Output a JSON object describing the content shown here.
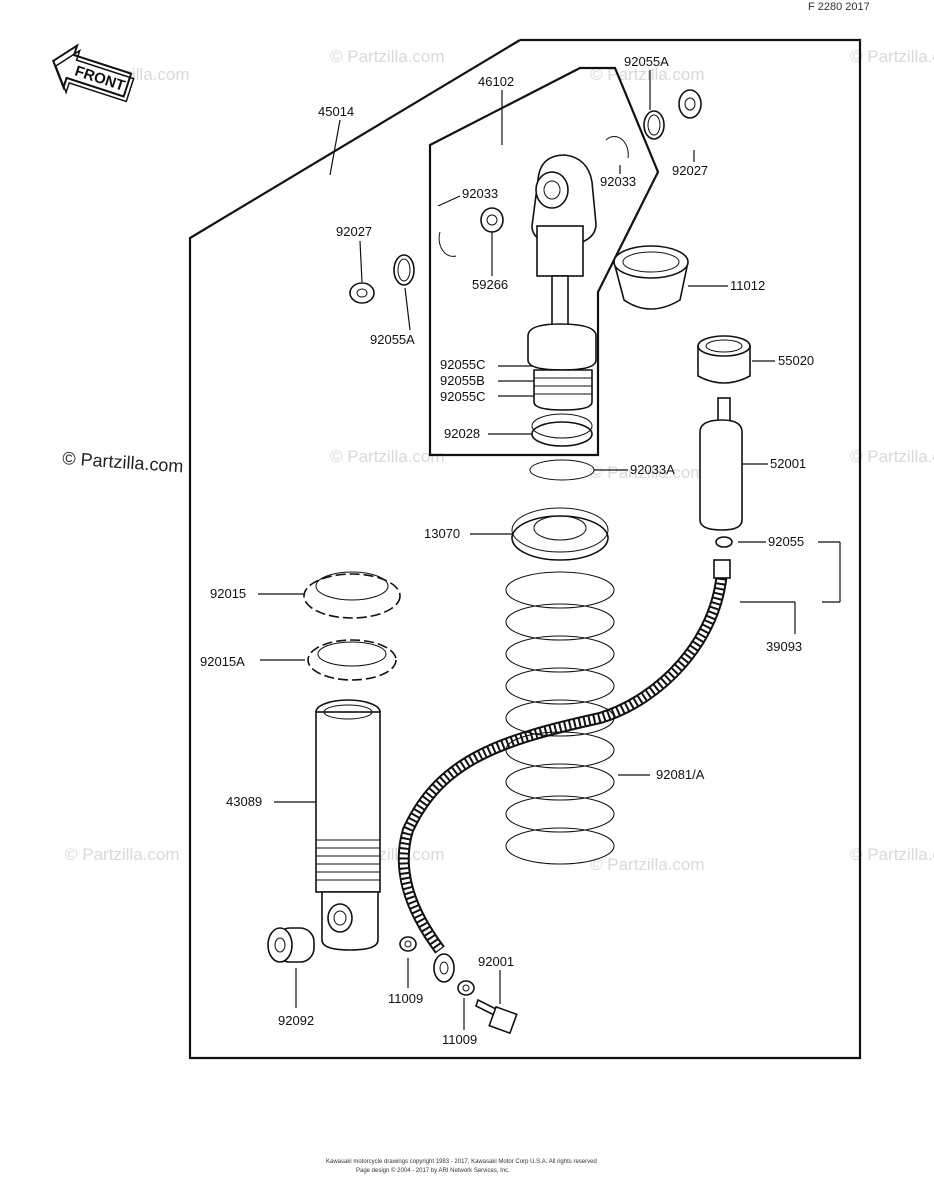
{
  "page_code": "F 2280 2017",
  "front_label": "FRONT",
  "watermarks": {
    "main": "© Partzilla.com",
    "faint": "© Partzilla.com"
  },
  "callouts": {
    "p45014": "45014",
    "p46102": "46102",
    "p92055A_top": "92055A",
    "p92027_right": "92027",
    "p92033_right": "92033",
    "p92033_left": "92033",
    "p92027_left": "92027",
    "p92055A_left": "92055A",
    "p59266": "59266",
    "p11012": "11012",
    "p92055C_1": "92055C",
    "p92055B": "92055B",
    "p92055C_2": "92055C",
    "p55020": "55020",
    "p92028": "92028",
    "p52001": "52001",
    "p92033A": "92033A",
    "p13070": "13070",
    "p92055": "92055",
    "p92015": "92015",
    "p39093": "39093",
    "p92015A": "92015A",
    "p92081A": "92081/A",
    "p43089": "43089",
    "p92001": "92001",
    "p11009_a": "11009",
    "p92092": "92092",
    "p11009_b": "11009"
  },
  "footer": {
    "line1": "Kawasaki motorcycle drawings copyright 1983 - 2017, Kawasaki Motor Corp U.S.A. All rights reserved",
    "line2": "Page design © 2004 - 2017 by ARI Network Services, Inc."
  }
}
